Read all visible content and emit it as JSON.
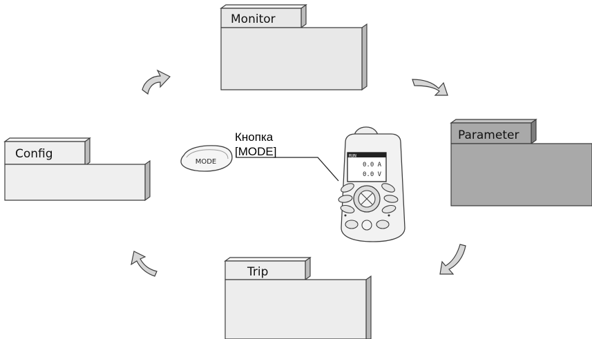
{
  "modes": {
    "monitor": {
      "label": "Monitor",
      "fill": "#e8e8e8"
    },
    "parameter": {
      "label": "Parameter",
      "fill": "#a9a9a9"
    },
    "trip": {
      "label": "Trip",
      "fill": "#ededed"
    },
    "config": {
      "label": "Config",
      "fill": "#efefef"
    }
  },
  "mode_button": {
    "label": "MODE"
  },
  "callout": {
    "line1": "Кнопка",
    "line2": "[MODE]"
  },
  "keypad": {
    "display_line1": "0.0 A",
    "display_line2": "0.0 V",
    "display_header": "RUN"
  },
  "colors": {
    "arrow_fill": "#d6d6d6",
    "stroke": "#3c3c3c"
  }
}
